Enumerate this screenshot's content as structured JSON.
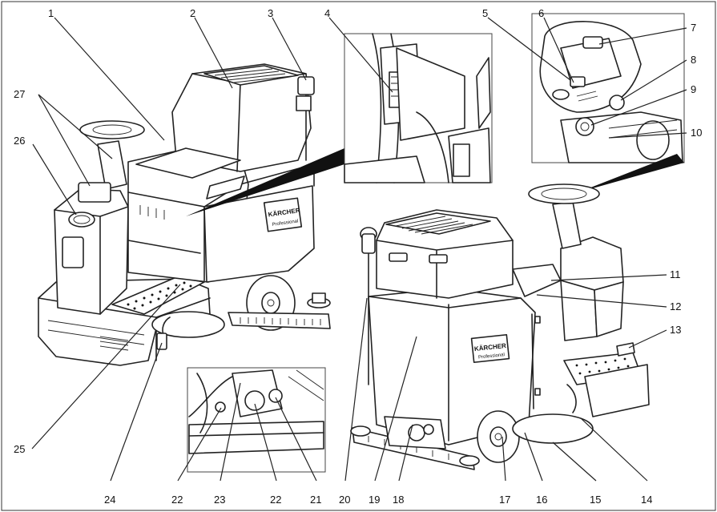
{
  "callouts": [
    {
      "n": "1"
    },
    {
      "n": "2"
    },
    {
      "n": "3"
    },
    {
      "n": "4"
    },
    {
      "n": "5"
    },
    {
      "n": "6"
    },
    {
      "n": "7"
    },
    {
      "n": "8"
    },
    {
      "n": "9"
    },
    {
      "n": "10"
    },
    {
      "n": "11"
    },
    {
      "n": "12"
    },
    {
      "n": "13"
    },
    {
      "n": "14"
    },
    {
      "n": "15"
    },
    {
      "n": "16"
    },
    {
      "n": "17"
    },
    {
      "n": "18"
    },
    {
      "n": "19"
    },
    {
      "n": "20"
    },
    {
      "n": "21"
    },
    {
      "n": "22"
    },
    {
      "n": "23"
    },
    {
      "n": "24"
    },
    {
      "n": "25"
    },
    {
      "n": "26"
    },
    {
      "n": "27"
    },
    {
      "n": "22"
    }
  ],
  "brand": {
    "name": "KÄRCHER",
    "sub": "Professional"
  },
  "colors": {
    "line": "#222222",
    "background": "#ffffff"
  }
}
